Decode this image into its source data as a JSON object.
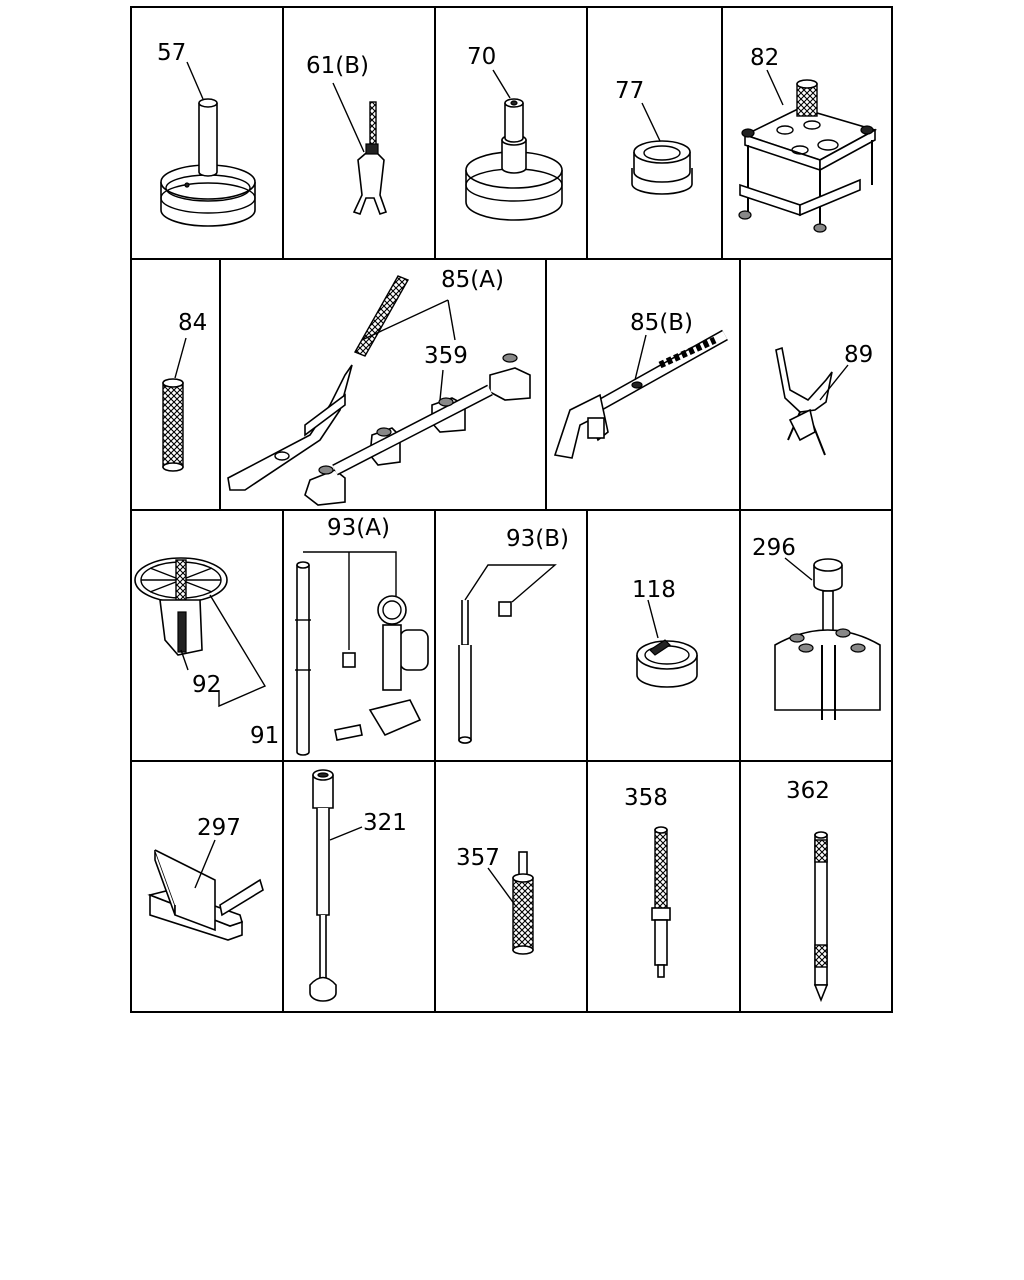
{
  "parts": {
    "p57": "57",
    "p61b": "61(B)",
    "p70": "70",
    "p77": "77",
    "p82": "82",
    "p84": "84",
    "p85a": "85(A)",
    "p359": "359",
    "p85b": "85(B)",
    "p89": "89",
    "p92": "92",
    "p91": "91",
    "p93a": "93(A)",
    "p93b": "93(B)",
    "p118": "118",
    "p296": "296",
    "p297": "297",
    "p321": "321",
    "p357": "357",
    "p358": "358",
    "p362": "362"
  }
}
